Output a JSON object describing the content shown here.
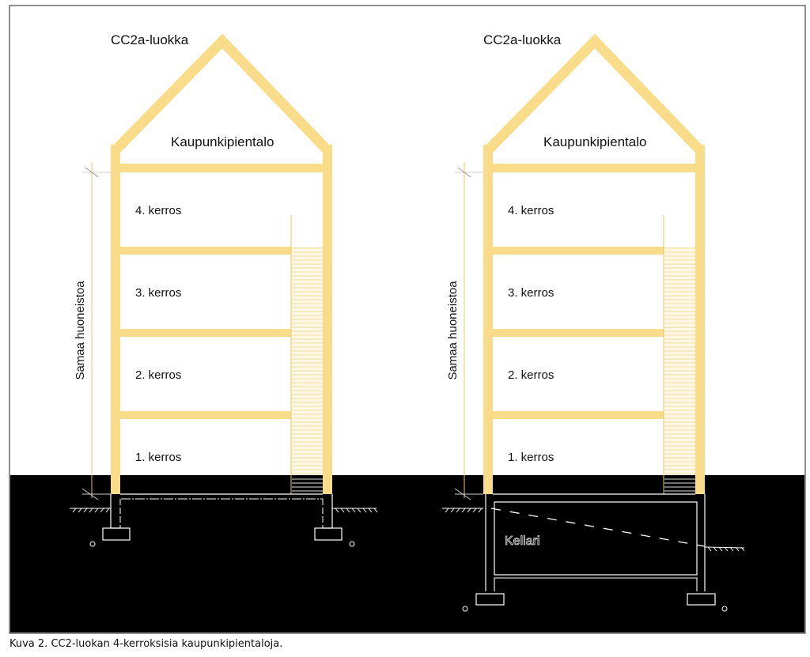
{
  "colors": {
    "structure": "#f9dc8a",
    "ground": "#000000",
    "lines": "#ffffff"
  },
  "buildings": [
    {
      "class_label": "CC2a-luokka",
      "type_label": "Kaupunkipientalo",
      "floors": [
        "4. kerros",
        "3. kerros",
        "2. kerros",
        "1. kerros"
      ],
      "dimension_label": "Samaa huoneistoa",
      "basement": false
    },
    {
      "class_label": "CC2a-luokka",
      "type_label": "Kaupunkipientalo",
      "floors": [
        "4. kerros",
        "3. kerros",
        "2. kerros",
        "1. kerros"
      ],
      "dimension_label": "Samaa huoneistoa",
      "basement": true,
      "basement_label": "Kellari"
    }
  ],
  "caption": "Kuva 2. CC2-luokan 4-kerroksisia kaupunkipientaloja."
}
